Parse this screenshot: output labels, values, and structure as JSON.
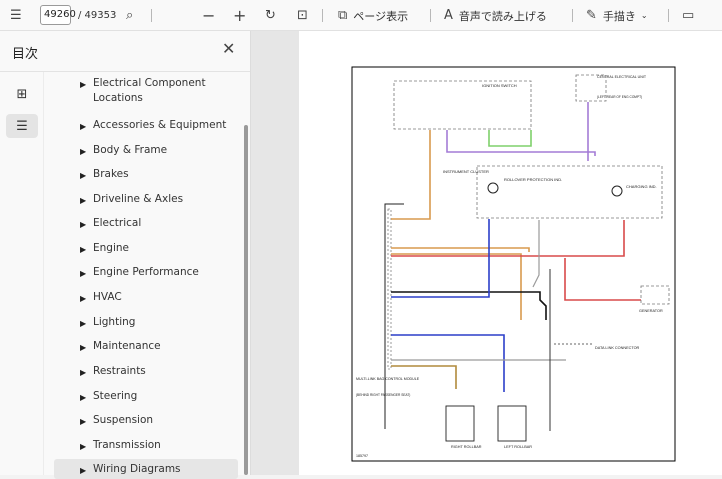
{
  "toolbar": {
    "page_current": "49260",
    "page_total": "/ 49353",
    "page_view_label": "ページ表示",
    "read_aloud_label": "音声で読み上げる",
    "draw_label": "手描き"
  },
  "sidebar": {
    "title": "目次",
    "outline": [
      {
        "label": "Electrical Component Locations"
      },
      {
        "label": "Accessories & Equipment"
      },
      {
        "label": "Body & Frame"
      },
      {
        "label": "Brakes"
      },
      {
        "label": "Driveline & Axles"
      },
      {
        "label": "Electrical"
      },
      {
        "label": "Engine"
      },
      {
        "label": "Engine Performance"
      },
      {
        "label": "HVAC"
      },
      {
        "label": "Lighting"
      },
      {
        "label": "Maintenance"
      },
      {
        "label": "Restraints"
      },
      {
        "label": "Steering"
      },
      {
        "label": "Suspension"
      },
      {
        "label": "Transmission"
      },
      {
        "label": "Wiring Diagrams",
        "selected": true
      }
    ]
  },
  "diagram": {
    "fig_id": "185797",
    "labels": {
      "ignition": "IGNITION SWITCH",
      "central": "CENTRAL ELECTRICAL UNIT",
      "central_sub": "(LEFT REAR OF ENG COMPT)",
      "rollover": "ROLLOVER PROTECTION IND.",
      "cluster": "INSTRUMENT CLUSTER",
      "charging": "CHARGING IND.",
      "generator": "GENERATOR",
      "dlc": "DATA LINK CONNECTOR",
      "multi": "MULTI-LINK BAG CONTROL MODULE",
      "multi_sub": "(BEHIND RIGHT PASSENGER SEAT)",
      "right_rollbar": "RIGHT ROLLBAR",
      "left_rollbar": "LEFT ROLLBAR"
    },
    "wire_colors": {
      "orange": "#d99a4e",
      "green": "#7fd06b",
      "purple": "#a47cd6",
      "red": "#d94a4a",
      "blue": "#2c3fc9",
      "black": "#111111",
      "brown": "#b08a3c",
      "gray": "#9a9a9a"
    }
  }
}
